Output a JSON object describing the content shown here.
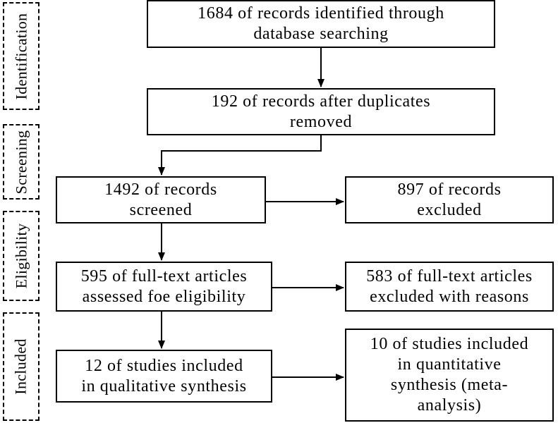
{
  "stages": {
    "identification": "Identification",
    "screening": "Screening",
    "eligibility": "Eligibility",
    "included": "Included"
  },
  "boxes": {
    "identified": [
      "1684 of records identified through",
      "database searching"
    ],
    "after_duplicates": [
      "192 of records after duplicates",
      "removed"
    ],
    "screened": [
      "1492 of records",
      "screened"
    ],
    "excluded": [
      "897 of records",
      "excluded"
    ],
    "full_text_assessed": [
      "595 of full-text articles",
      "assessed foe eligibility"
    ],
    "full_text_excluded": [
      "583 of full-text articles",
      "excluded with reasons"
    ],
    "qualitative": [
      "12 of studies included",
      "in qualitative synthesis"
    ],
    "quantitative": [
      "10 of studies included",
      "in quantitative",
      "synthesis (meta-",
      "analysis)"
    ]
  }
}
